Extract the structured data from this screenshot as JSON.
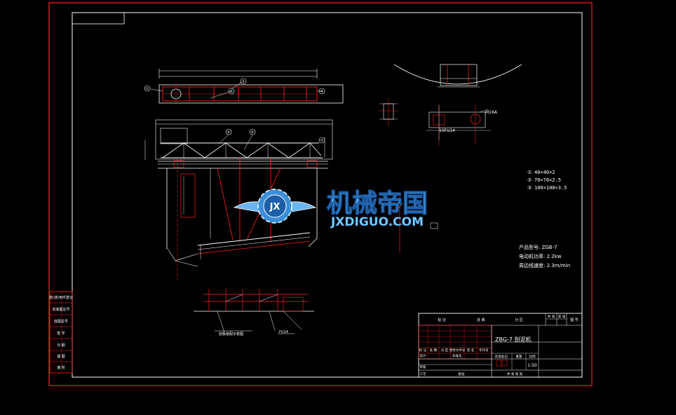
{
  "colors": {
    "frame": "#ff2020",
    "lines": "#ffffff",
    "dim": "#d0d0d0",
    "watermark": "#7fd0ff"
  },
  "callouts": [
    "①",
    "②",
    "③",
    "④",
    "⑤",
    "⑥",
    "⑦"
  ],
  "materials": [
    {
      "num": "①",
      "spec": "40×40×2"
    },
    {
      "num": "②",
      "spec": "70×70×2.5"
    },
    {
      "num": "③",
      "spec": "100×100×3.5"
    }
  ],
  "specs": {
    "model": "产品型号: ZGB-7",
    "motor_power": "电动机功率: 2.2kw",
    "speed": "周边线速度: 2.3m/min"
  },
  "detail_labels": {
    "part_a": "10FU14",
    "part_b": "M16A",
    "section": "FU14",
    "note": "刮板装配示意图"
  },
  "title_block": {
    "drawing_name": "ZBG-7 刮泥机",
    "scale": "1:50",
    "header_cells": [
      "标  记",
      "处  数",
      "分  区",
      "更改文件号",
      "签  名",
      "年月日"
    ],
    "role_cells": [
      "设计",
      "标准化",
      "审核",
      "工艺",
      "批准"
    ],
    "stage_cells": [
      "阶段标记",
      "重量",
      "比例"
    ],
    "right_header": [
      "共 张",
      "第 张",
      "图 号"
    ],
    "sheet_note": "共  张  第  张"
  },
  "left_strip": [
    "借(通)用件登记",
    "旧底图总号",
    "底图总号",
    "签  字",
    "日  期",
    "描  图",
    "描  校"
  ],
  "watermark": {
    "logo_text": "JX",
    "name": "机械帝国",
    "url": "JXDIGUO.COM"
  }
}
